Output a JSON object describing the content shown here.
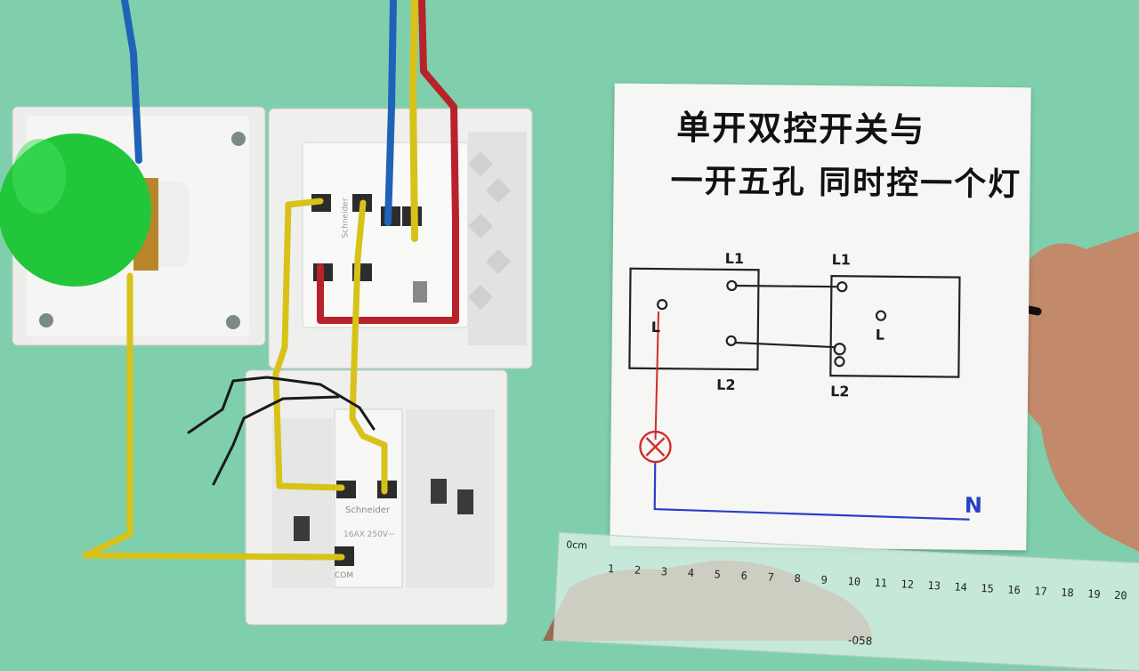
{
  "diagram": {
    "title_line1": "单开双控开关与",
    "title_line2": "一开五孔 同时控一个灯",
    "label_l1_left": "L1",
    "label_l1_right": "L1",
    "label_l2_left": "L2",
    "label_l2_right": "L2",
    "label_l_left": "L",
    "label_l_right": "L",
    "label_n": "N",
    "wire_color_phase": "#d12b2b",
    "wire_color_neutral": "#2a3fc8"
  },
  "switches": {
    "top_brand": "Schneider",
    "bottom_brand": "Schneider",
    "bottom_rating": "16AX 250V~",
    "bottom_terminal": "COM"
  },
  "ruler": {
    "unit": "0cm",
    "numbers": [
      "1",
      "2",
      "3",
      "4",
      "5",
      "6",
      "7",
      "8",
      "9",
      "10",
      "11",
      "12",
      "13",
      "14",
      "15",
      "16",
      "17",
      "18",
      "19",
      "20"
    ],
    "code": "-058"
  },
  "colors": {
    "background": "#7fcfac",
    "bulb": "#22c63a",
    "wire_yellow": "#d8c21a",
    "wire_blue": "#1f63b8",
    "wire_red": "#b8222a"
  }
}
